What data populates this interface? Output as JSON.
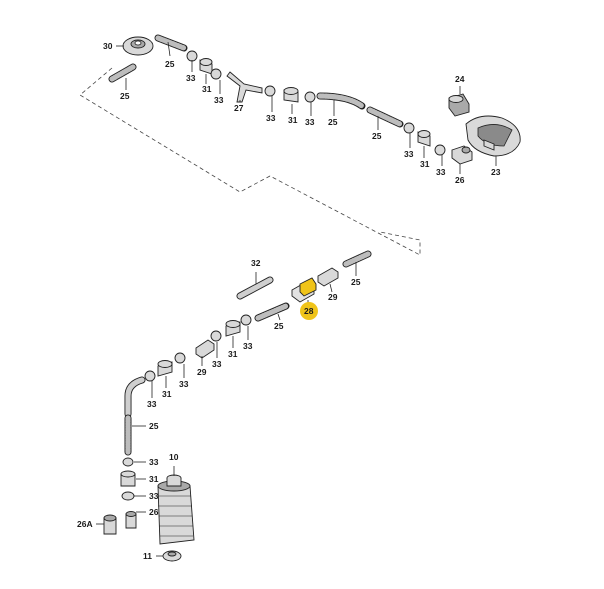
{
  "callouts": {
    "c30": "30",
    "c25_a": "25",
    "c25_b": "25",
    "c33_a": "33",
    "c31_a": "31",
    "c27": "27",
    "c33_b": "33",
    "c31_b": "31",
    "c33_c": "33",
    "c25_c": "25",
    "c24": "24",
    "c25_d": "25",
    "c33_d": "33",
    "c31_c": "31",
    "c33_e": "33",
    "c26_a": "26",
    "c23": "23",
    "c32": "32",
    "c28": "28",
    "c29_a": "29",
    "c25_e": "25",
    "c25_f": "25",
    "c33_f": "33",
    "c31_d": "31",
    "c33_g": "33",
    "c29_b": "29",
    "c33_h": "33",
    "c31_e": "31",
    "c33_i": "33",
    "c25_g": "25",
    "c10": "10",
    "c33_j": "33",
    "c31_f": "31",
    "c33_k": "33",
    "c26_b": "26",
    "c26A": "26A",
    "c11": "11"
  },
  "highlight": {
    "color": "#f0c419",
    "part": "28"
  },
  "colors": {
    "line": "#222222",
    "part_fill": "#d9d9d9",
    "part_dark": "#a9a9a9"
  }
}
